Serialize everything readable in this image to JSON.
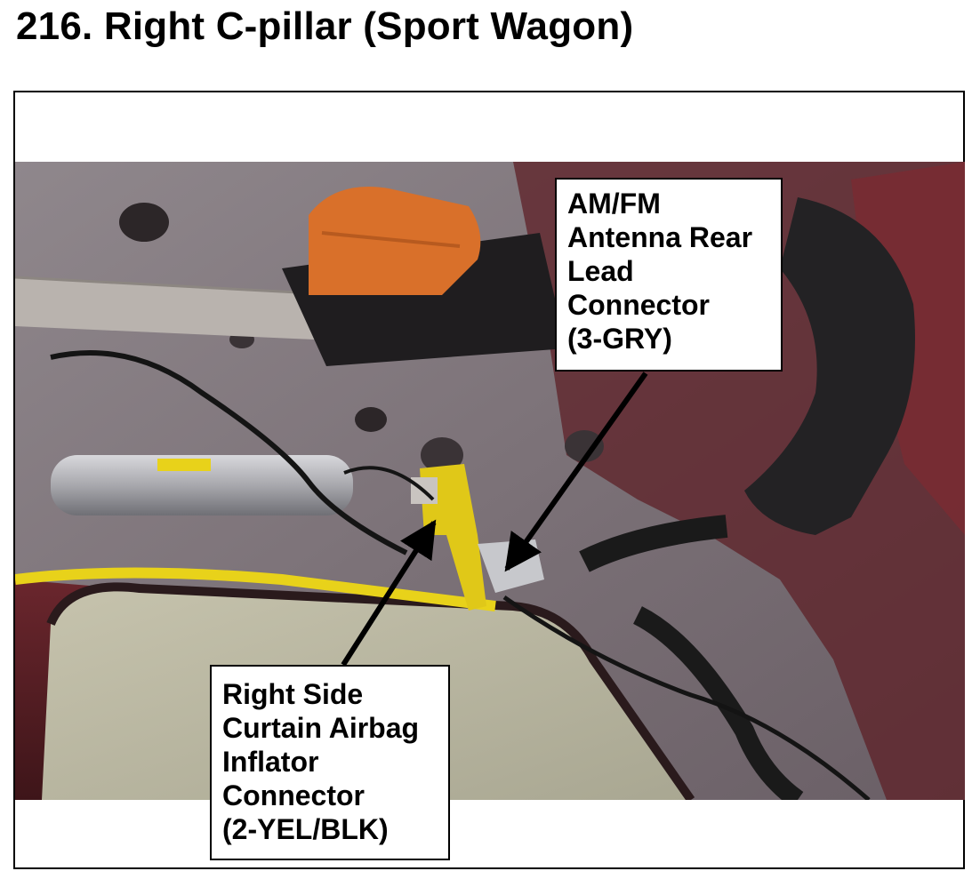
{
  "page": {
    "title": "216.  Right C-pillar (Sport Wagon)"
  },
  "callouts": {
    "antenna": {
      "lines": [
        "AM/FM",
        "Antenna Rear",
        "Lead",
        "Connector",
        "(3-GRY)"
      ]
    },
    "airbag": {
      "lines": [
        "Right Side",
        "Curtain Airbag",
        "Inflator",
        "Connector",
        "(2-YEL/BLK)"
      ]
    }
  },
  "colors": {
    "body_paint": "#5a2127",
    "panel_metal": "#8d8489",
    "harness_yellow": "#e8d21a",
    "belt_retractor_orange": "#d9702a",
    "trim_black": "#1c1c1e"
  }
}
